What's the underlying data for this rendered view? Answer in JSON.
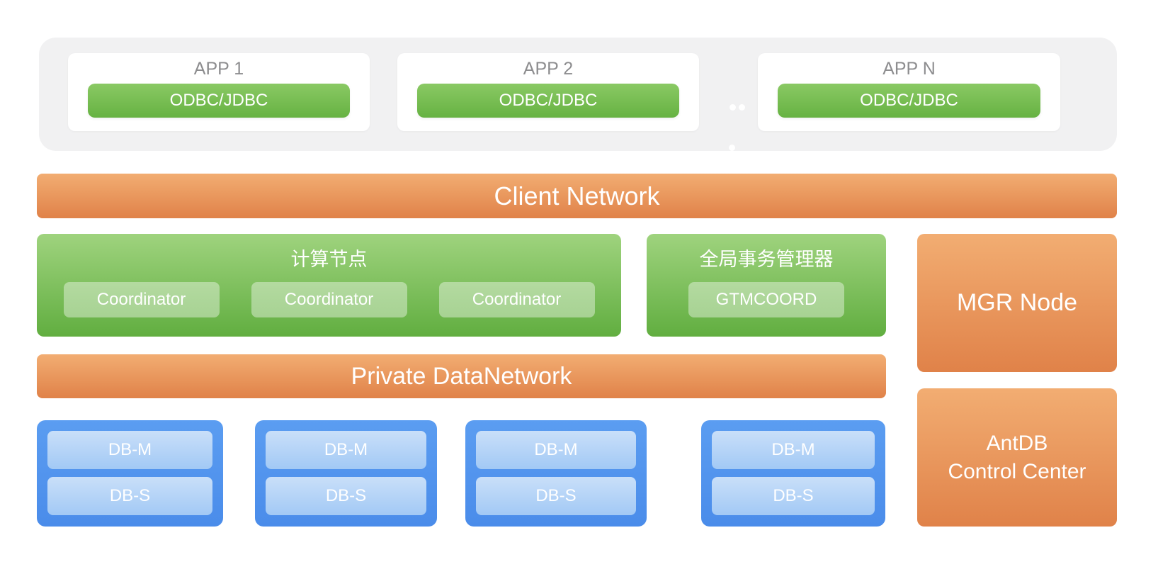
{
  "app_layer": {
    "items": [
      {
        "label": "APP 1",
        "connector": "ODBC/JDBC"
      },
      {
        "label": "APP 2",
        "connector": "ODBC/JDBC"
      },
      {
        "label": "APP N",
        "connector": "ODBC/JDBC"
      }
    ]
  },
  "client_network": {
    "label": "Client Network"
  },
  "compute_node": {
    "title": "计算节点",
    "coordinators": [
      "Coordinator",
      "Coordinator",
      "Coordinator"
    ]
  },
  "gtm": {
    "title": "全局事务管理器",
    "button": "GTMCOORD"
  },
  "mgr_node": {
    "label": "MGR Node"
  },
  "private_network": {
    "label": "Private DataNetwork"
  },
  "data_nodes": {
    "groups": [
      {
        "master": "DB-M",
        "standby": "DB-S"
      },
      {
        "master": "DB-M",
        "standby": "DB-S"
      },
      {
        "master": "DB-M",
        "standby": "DB-S"
      },
      {
        "master": "DB-M",
        "standby": "DB-S"
      }
    ]
  },
  "control_center": {
    "line1": "AntDB",
    "line2": "Control Center"
  },
  "colors": {
    "orange_top": "#f2ad72",
    "orange_bottom": "#e08249",
    "green_top": "#9fd37e",
    "green_bottom": "#61ae40",
    "button_green_top": "#8ac964",
    "button_green_bottom": "#66b242",
    "chip_green_overlay": "rgba(255,255,255,0.40)",
    "blue_top": "#5b9df1",
    "blue_bottom": "#4a8cea",
    "light_blue_top": "#c9dff9",
    "light_blue_bottom": "#a2c9f5",
    "panel_gray": "#f1f1f2",
    "app_label_gray": "#8d8d8f",
    "text_white": "#ffffff"
  }
}
